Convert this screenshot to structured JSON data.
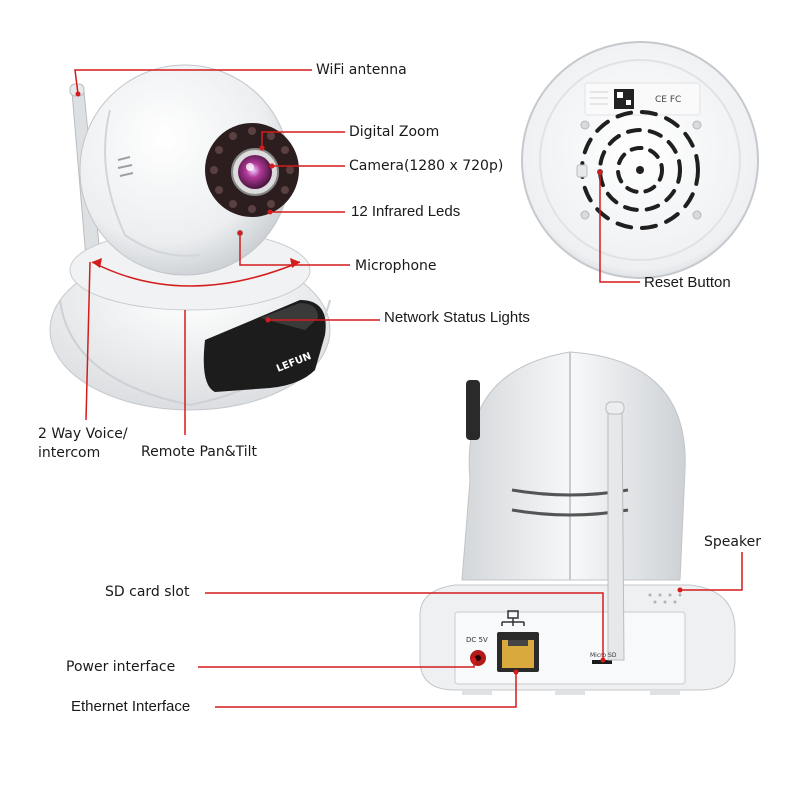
{
  "colors": {
    "leader": "#d41c1c",
    "device_body": "#f4f5f6",
    "device_shadow": "#c9cdd2",
    "bezel": "#2c1e1e",
    "lens": "#b3399a",
    "panel": "#1c1c1c"
  },
  "device": {
    "brand_text": "LEFUN",
    "dc_label": "DC 5V",
    "sd_label": "Micro SD"
  },
  "callouts": {
    "wifi_antenna": "WiFi antenna",
    "digital_zoom": "Digital Zoom",
    "camera": "Camera(1280 x 720p)",
    "infrared": "12 Infrared Leds",
    "microphone": "Microphone",
    "network_lights": "Network Status Lights",
    "two_way_voice": "2 Way Voice/ intercom",
    "pan_tilt": "Remote Pan&Tilt",
    "reset_button": "Reset Button",
    "speaker": "Speaker",
    "sd_slot": "SD card slot",
    "power": "Power interface",
    "ethernet": "Ethernet Interface"
  }
}
